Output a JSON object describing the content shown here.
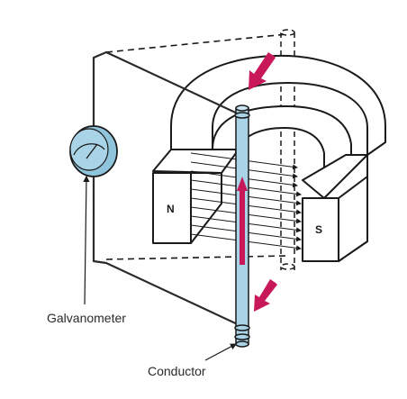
{
  "labels": {
    "north_pole": "N",
    "south_pole": "S",
    "galvanometer": "Galvanometer",
    "conductor": "Conductor"
  },
  "colors": {
    "magnet_face": "#ffffff",
    "outline": "#1a1a1a",
    "conductor": "#a9d3e6",
    "current_arrow": "#c8185a",
    "motion_arrow": "#c8185a",
    "galvanometer": "#a9d3e6",
    "wire": "#2a2a2a"
  },
  "icons": {
    "galvanometer": "galvanometer-icon",
    "motion_arrow": "down-arrow-icon",
    "current_arrow": "up-arrow-icon"
  }
}
